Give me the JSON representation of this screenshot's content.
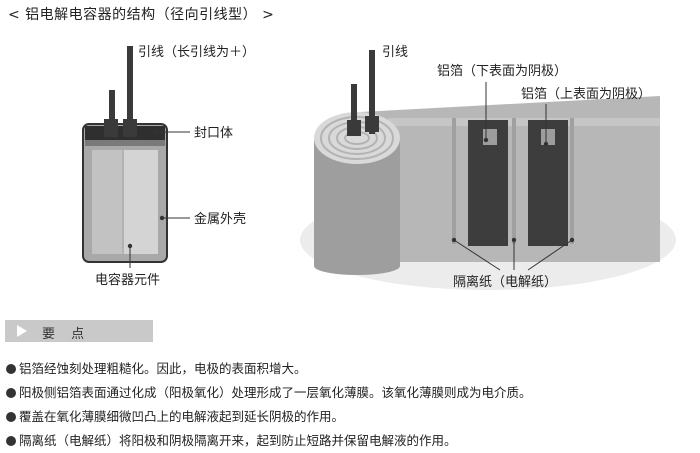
{
  "title": "< 铝电解电容器的结构（径向引线型） >",
  "labels": {
    "lead_left": "引线（长引线为＋）",
    "seal": "封口体",
    "metal_case": "金属外壳",
    "element": "电容器元件",
    "lead_right": "引线",
    "foil_lower": "铝箔（下表面为阴极）",
    "foil_upper": "铝箔（上表面为阴极）",
    "separator": "隔离纸（电解纸）"
  },
  "points": {
    "header": "要 点",
    "items": [
      "铝箔经蚀刻处理粗糙化。因此，电极的表面积增大。",
      "阳极侧铝箔表面通过化成（阳极氧化）处理形成了一层氧化薄膜。该氧化薄膜则成为电介质。",
      "覆盖在氧化薄膜细微凹凸上的电解液起到延长阴极的作用。",
      "隔离纸（电解纸）将阳极和阴极隔离开来，起到防止短路并保留电解液的作用。"
    ]
  },
  "colors": {
    "case_gray": "#a9a9a9",
    "dark_gray": "#3a3a3a",
    "background_ellipse": "#ececec",
    "header_bg": "#c9c9c9"
  }
}
